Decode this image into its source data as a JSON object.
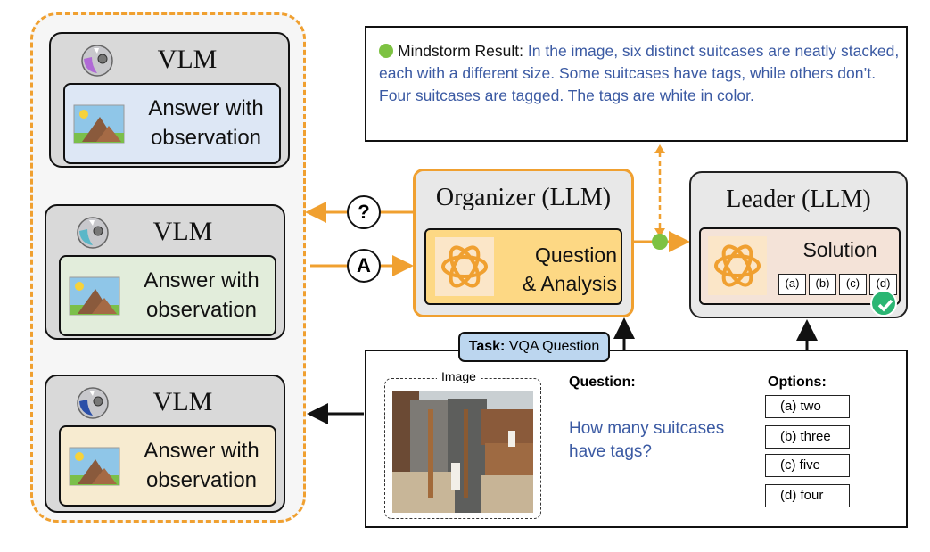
{
  "vlm_panels": [
    {
      "title": "VLM",
      "answer_line1": "Answer with",
      "answer_line2": "observation"
    },
    {
      "title": "VLM",
      "answer_line1": "Answer with",
      "answer_line2": "observation"
    },
    {
      "title": "VLM",
      "answer_line1": "Answer with",
      "answer_line2": "observation"
    }
  ],
  "colors": {
    "accent_orange": "#f0a030",
    "text_blue": "#3b5aa3",
    "green_dot": "#7dc242"
  },
  "mindstorm": {
    "label": "Mindstorm Result:",
    "text": "In the image, six distinct suitcases are neatly stacked, each with a different size. Some suitcases have tags, while others don’t. Four suitcases are tagged. The tags are white in color."
  },
  "organizer": {
    "title": "Organizer (LLM)",
    "line1": "Question",
    "line2": "& Analysis"
  },
  "leader": {
    "title": "Leader (LLM)",
    "solution": "Solution",
    "choices": [
      "(a)",
      "(b)",
      "(c)",
      "(d)"
    ]
  },
  "arrows": {
    "question_symbol": "?",
    "answer_symbol": "A"
  },
  "task": {
    "tag_bold": "Task:",
    "tag_text": "VQA Question",
    "image_label": "Image",
    "question_label": "Question:",
    "question_text": "How many suitcases have tags?",
    "options_label": "Options:",
    "options": [
      "(a) two",
      "(b) three",
      "(c) five",
      "(d) four"
    ]
  }
}
